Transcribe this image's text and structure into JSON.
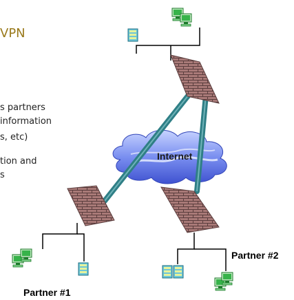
{
  "title_fragment": "VPN",
  "text_lines": [
    "s partners",
    "information",
    "s, etc)",
    "tion and",
    "s"
  ],
  "labels": {
    "internet": "Internet",
    "partner1": "Partner #1",
    "partner2": "Partner #2"
  },
  "icons": {
    "firewall": "firewall-brick-wall-icon",
    "pc": "computer-icon",
    "server": "server-icon",
    "cloud": "internet-cloud-icon"
  },
  "colors": {
    "title": "#9a7a1c",
    "firewall_brick": "#a97a78",
    "firewall_mortar": "#5a3d3d",
    "vpn_tunnel": "#2f7f86",
    "cloud_dark": "#4b5fd8",
    "cloud_light": "#9fb2f2",
    "pc_green": "#37b34a",
    "server_blue": "#6ec6d8"
  }
}
